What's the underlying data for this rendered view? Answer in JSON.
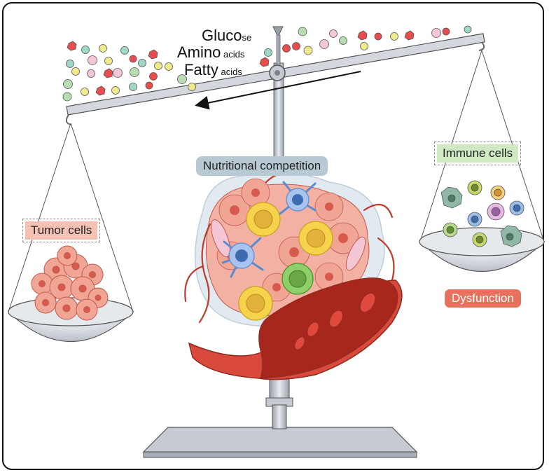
{
  "nutrients": [
    {
      "main": "Gluco",
      "suffix": "se"
    },
    {
      "main": "Amino",
      "suffix": " acids"
    },
    {
      "main": "Fatty",
      "suffix": " acids"
    }
  ],
  "labels": {
    "tumor": "Tumor cells",
    "immune": "Immune cells",
    "competition": "Nutritional competition",
    "dysfunction": "Dysfunction"
  },
  "colors": {
    "tumor": "#f0a595",
    "immune_box": "#cfe9c2",
    "tumor_box": "#f4c2b4",
    "competition_box": "#b9c9d3",
    "dysfunction": "#e8705d",
    "vessel": "#c0392b",
    "scale_metal": "#c5cad3"
  }
}
